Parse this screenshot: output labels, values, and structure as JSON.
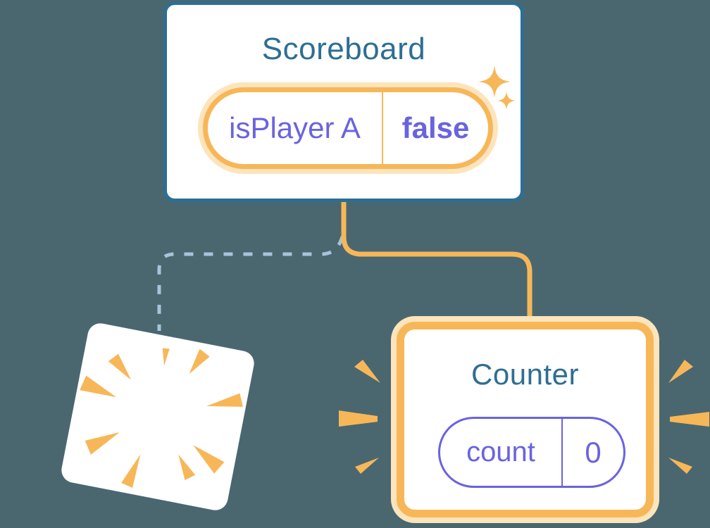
{
  "diagram": {
    "scoreboard": {
      "title": "Scoreboard",
      "state": {
        "key": "isPlayer A",
        "value": "false"
      }
    },
    "counter": {
      "title": "Counter",
      "state": {
        "key": "count",
        "value": "0"
      }
    },
    "destroyed_component": {
      "icon": "poof-burst-icon"
    },
    "icons": {
      "sparkles": "sparkles-icon",
      "burst": "poof-burst-icon",
      "emphasis_rays": "emphasis-rays-icon"
    },
    "colors": {
      "background": "#4A6770",
      "card_border_teal": "#2E6E93",
      "title_teal": "#2E6E93",
      "orange": "#F7B758",
      "orange_glow": "#FCE4BC",
      "state_purple": "#6A63DF",
      "dashed_connector_blue": "#A6C4D9",
      "card_white": "#FFFFFF"
    }
  }
}
